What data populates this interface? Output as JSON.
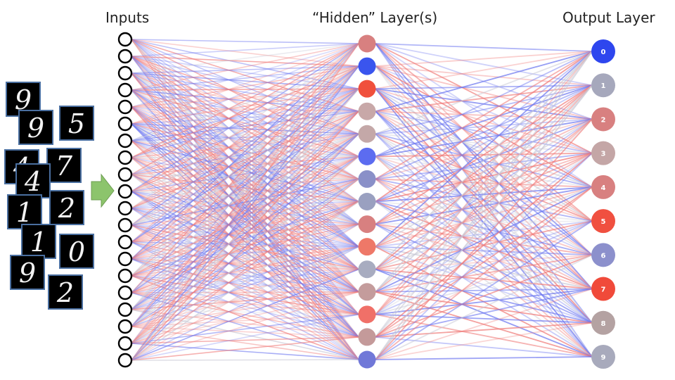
{
  "headings": {
    "inputs": "Inputs",
    "hidden": "“Hidden” Layer(s)",
    "output": "Output Layer"
  },
  "input_layer": {
    "node_count": 20
  },
  "hidden_layer": {
    "colors": [
      "#d88080",
      "#3a55ee",
      "#f0503c",
      "#c8a8a8",
      "#c4a8a8",
      "#5c6cf0",
      "#8a90c8",
      "#9aa0c0",
      "#d88080",
      "#ee7868",
      "#a8acc0",
      "#c49c9c",
      "#f07068",
      "#c49a9a",
      "#7078d8"
    ]
  },
  "output_layer": {
    "labels": [
      "0",
      "1",
      "2",
      "3",
      "4",
      "5",
      "6",
      "7",
      "8",
      "9"
    ],
    "colors": [
      "#2e46ee",
      "#a6a8bc",
      "#d88080",
      "#c4a6a6",
      "#d88080",
      "#f05040",
      "#8c90cc",
      "#f04a3a",
      "#b4a2a2",
      "#a8aabc"
    ]
  },
  "digit_tiles": [
    "9",
    "9",
    "5",
    "4",
    "7",
    "4",
    "1",
    "2",
    "1",
    "0",
    "9",
    "2"
  ],
  "palette": {
    "positive": "#f07a78",
    "negative": "#6e78f0",
    "neutral": "#c8c8d4",
    "arrow": "#8cc46c"
  }
}
